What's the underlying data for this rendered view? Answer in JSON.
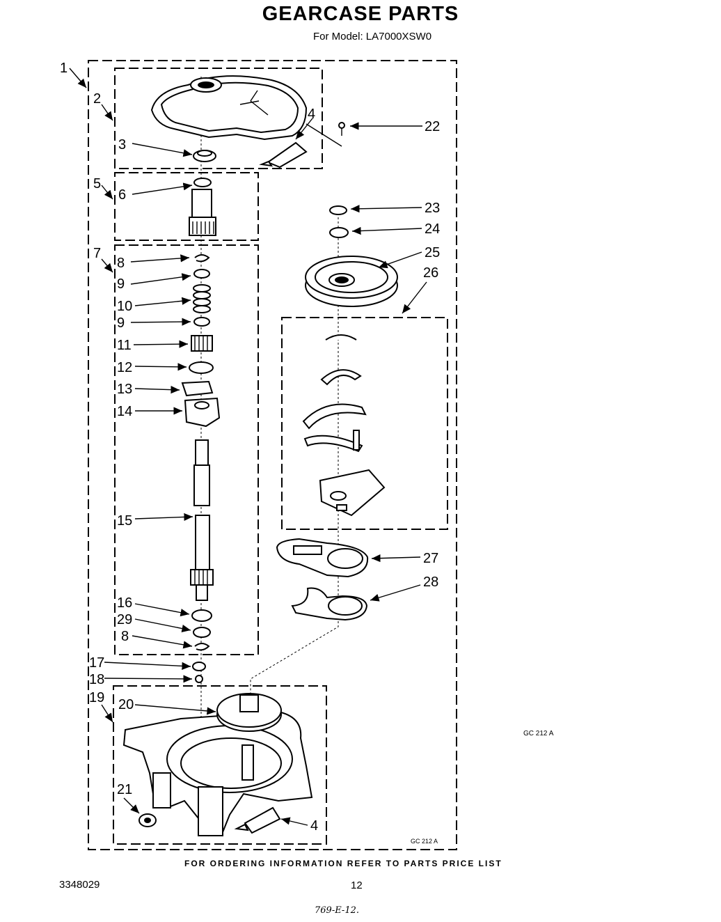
{
  "header": {
    "title": "GEARCASE PARTS",
    "subtitle": "For Model: LA7000XSW0"
  },
  "footer": {
    "ordering_note": "FOR ORDERING INFORMATION REFER TO PARTS PRICE LIST",
    "doc_number": "3348029",
    "page_number": "12",
    "handwritten": "769-E-12."
  },
  "codes": {
    "outer": "GC 212 A",
    "inner": "GC 212 A"
  },
  "callouts": {
    "c1": "1",
    "c2": "2",
    "c3": "3",
    "c4a": "4",
    "c4b": "4",
    "c5": "5",
    "c6": "6",
    "c7": "7",
    "c8a": "8",
    "c8b": "8",
    "c9a": "9",
    "c9b": "9",
    "c10": "10",
    "c11": "11",
    "c12": "12",
    "c13": "13",
    "c14": "14",
    "c15": "15",
    "c16": "16",
    "c17": "17",
    "c18": "18",
    "c19": "19",
    "c20": "20",
    "c21": "21",
    "c22": "22",
    "c23": "23",
    "c24": "24",
    "c25": "25",
    "c26": "26",
    "c27": "27",
    "c28": "28",
    "c29": "29"
  }
}
